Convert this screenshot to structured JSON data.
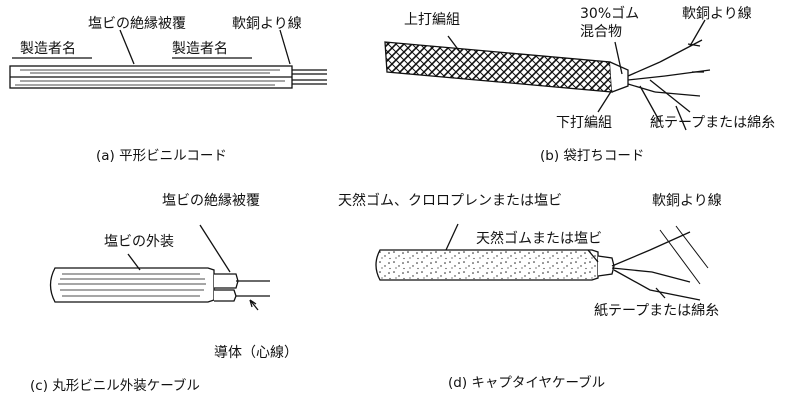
{
  "a": {
    "caption": "(a) 平形ビニルコード",
    "labels": {
      "insulation": "塩ビの絶縁被覆",
      "copper": "軟銅より線",
      "maker1": "製造者名",
      "maker2": "製造者名"
    }
  },
  "b": {
    "caption": "(b) 袋打ちコード",
    "labels": {
      "upper_braid": "上打編組",
      "rubber_line1": "30%ゴム",
      "rubber_line2": "混合物",
      "copper": "軟銅より線",
      "lower_braid": "下打編組",
      "paper_tape": "紙テープまたは綿糸"
    }
  },
  "c": {
    "caption": "(c) 丸形ビニル外装ケーブル",
    "labels": {
      "insulation": "塩ビの絶縁被覆",
      "sheath": "塩ビの外装",
      "conductor": "導体（心線）"
    }
  },
  "d": {
    "caption": "(d) キャプタイヤケーブル",
    "labels": {
      "outer": "天然ゴム、クロロプレンまたは塩ビ",
      "copper": "軟銅より線",
      "inner": "天然ゴムまたは塩ビ",
      "paper_tape": "紙テープまたは綿糸"
    }
  }
}
